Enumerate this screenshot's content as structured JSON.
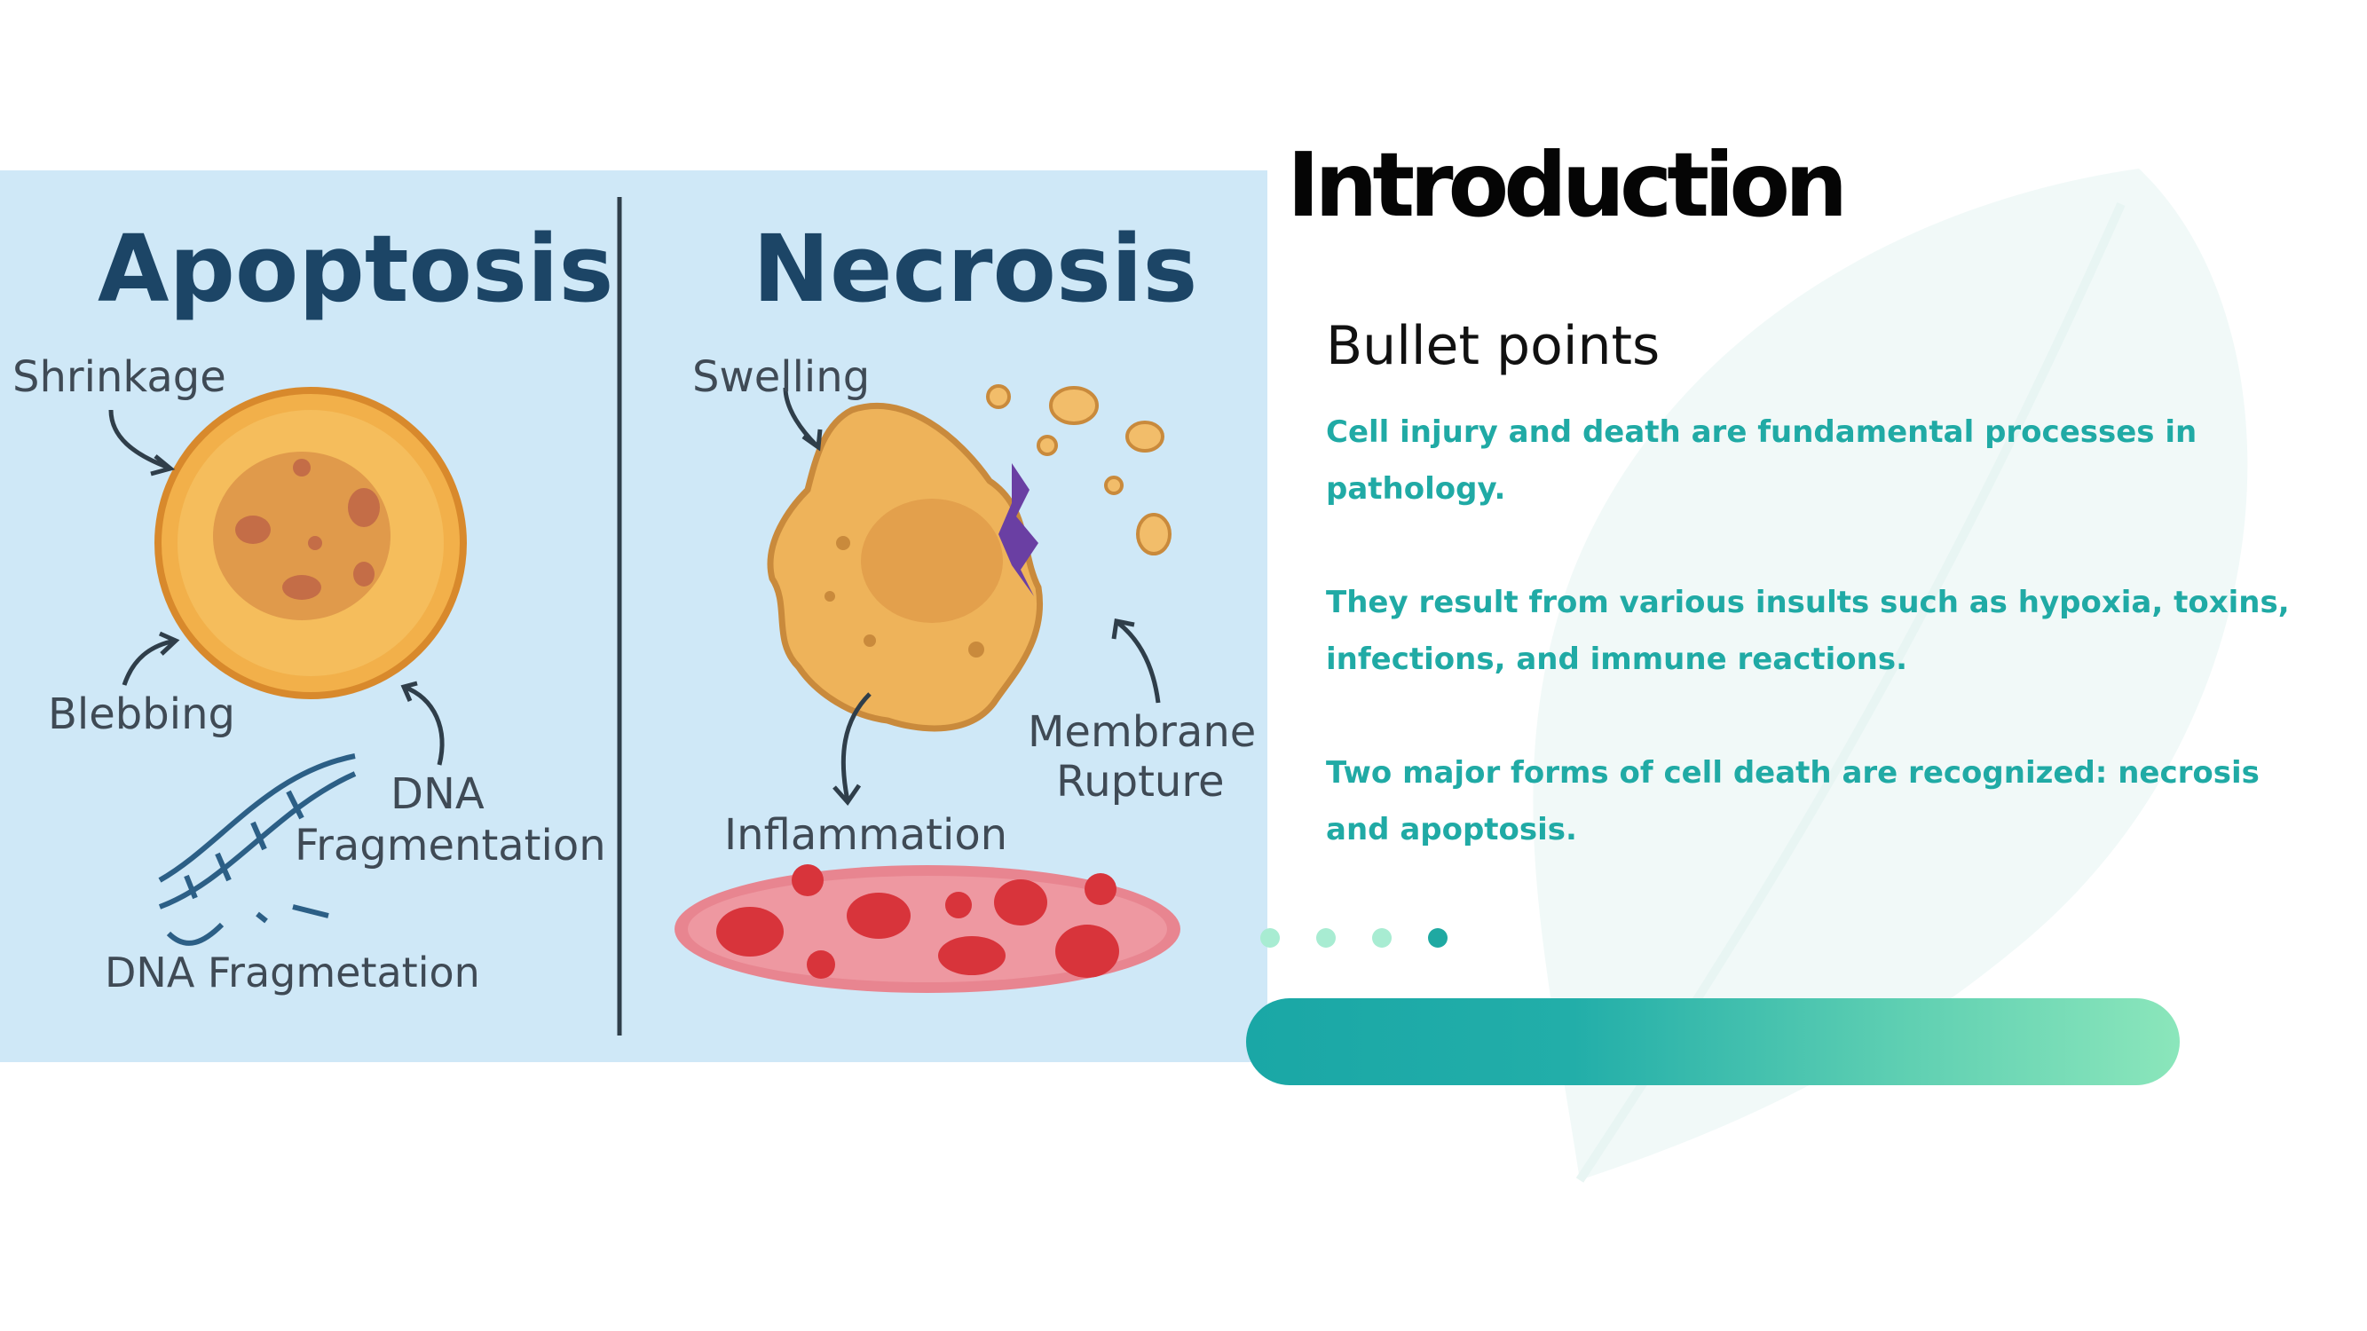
{
  "slide": {
    "title": "Introduction",
    "subtitle": "Bullet points",
    "bullets": [
      "Cell injury and death are fundamental processes in pathology.",
      "They result from various insults such as hypoxia, toxins, infections, and immune reactions.",
      "Two major forms of cell death are recognized: necrosis and apoptosis."
    ],
    "pager": {
      "total": 4,
      "active_index": 3
    }
  },
  "figure": {
    "left_heading": "Apoptosis",
    "right_heading": "Necrosis",
    "labels": {
      "shrinkage": "Shrinkage",
      "blebbing": "Blebbing",
      "dna": "DNA",
      "fragmentation": "Fragmentation",
      "dna_fragmetation": "DNA Fragmetation",
      "swelling": "Swelling",
      "membrane": "Membrane",
      "rupture": "Rupture",
      "inflammation": "Inflammation"
    }
  },
  "colors": {
    "accent": "#20aaa5",
    "dot_inactive": "#a8ecd2",
    "dot_active": "#1fa9a2",
    "figure_bg": "#cfe8f7"
  }
}
